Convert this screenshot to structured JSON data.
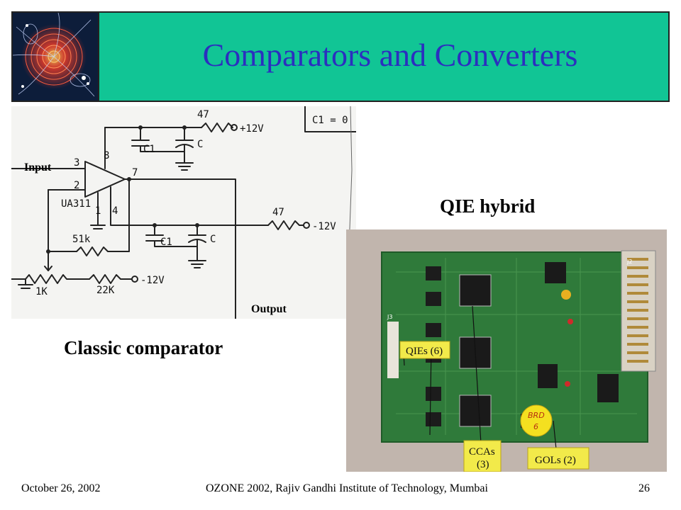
{
  "slide": {
    "title": "Comparators and Converters",
    "bg_color": "#11c595",
    "title_color": "#2b2fbf"
  },
  "schematic": {
    "input_label": "Input",
    "output_label": "Output",
    "caption": "Classic comparator",
    "texts": {
      "r_top": "47",
      "v_pos": "+12V",
      "c1_top": "C1",
      "c_top": "C",
      "box_text": "C1 = 0",
      "pin3": "3",
      "pin2": "2",
      "pin8": "8",
      "pin7": "7",
      "pin1": "1",
      "pin4": "4",
      "chip": "UA311",
      "r_mid": "47",
      "v_neg1": "-12V",
      "r51": "51k",
      "c1_bot": "C1",
      "c_bot": "C",
      "pot": "1K",
      "r22": "22K",
      "v_neg2": "-12V"
    }
  },
  "photo": {
    "heading": "QIE hybrid",
    "labels": {
      "qies": "QIEs (6)",
      "ccas_1": "CCAs",
      "ccas_2": "(3)",
      "gols": "GOLs (2)",
      "sticker_1": "BRD",
      "sticker_2": "6",
      "j3": "J3",
      "j2": "J2"
    }
  },
  "footer": {
    "date": "October 26, 2002",
    "center": "OZONE 2002, Rajiv Gandhi Institute of Technology, Mumbai",
    "page": "26"
  }
}
